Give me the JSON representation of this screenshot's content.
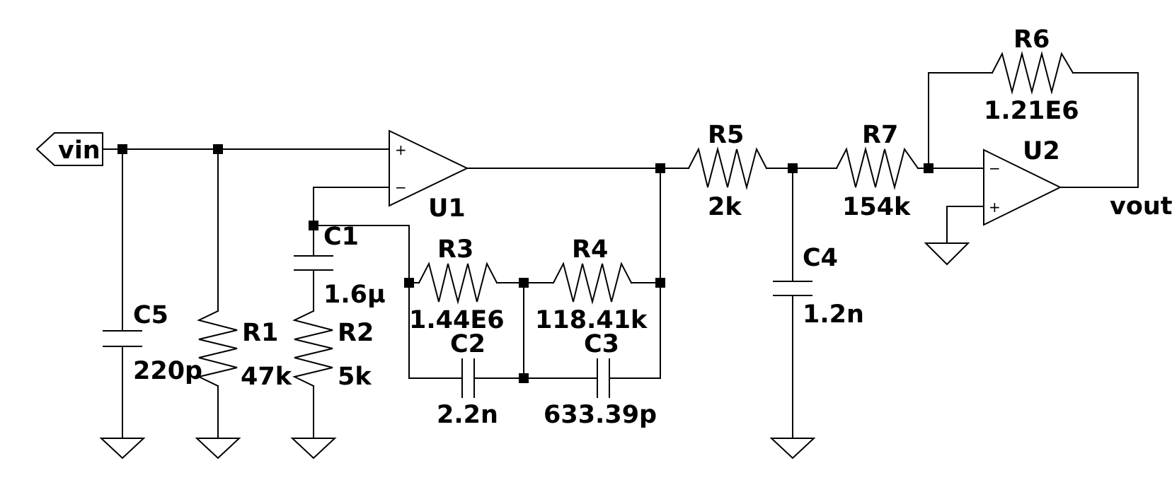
{
  "ports": {
    "input": "vin",
    "output": "vout"
  },
  "amplifiers": [
    {
      "ref": "U1"
    },
    {
      "ref": "U2"
    }
  ],
  "components": {
    "R1": {
      "ref": "R1",
      "value": "47k"
    },
    "R2": {
      "ref": "R2",
      "value": "5k"
    },
    "R3": {
      "ref": "R3",
      "value": "1.44E6"
    },
    "R4": {
      "ref": "R4",
      "value": "118.41k"
    },
    "R5": {
      "ref": "R5",
      "value": "2k"
    },
    "R6": {
      "ref": "R6",
      "value": "1.21E6"
    },
    "R7": {
      "ref": "R7",
      "value": "154k"
    },
    "C1": {
      "ref": "C1",
      "value": "1.6µ"
    },
    "C2": {
      "ref": "C2",
      "value": "2.2n"
    },
    "C3": {
      "ref": "C3",
      "value": "633.39p"
    },
    "C4": {
      "ref": "C4",
      "value": "1.2n"
    },
    "C5": {
      "ref": "C5",
      "value": "220p"
    }
  },
  "opamp_pins": {
    "plus": "+",
    "minus": "−"
  }
}
